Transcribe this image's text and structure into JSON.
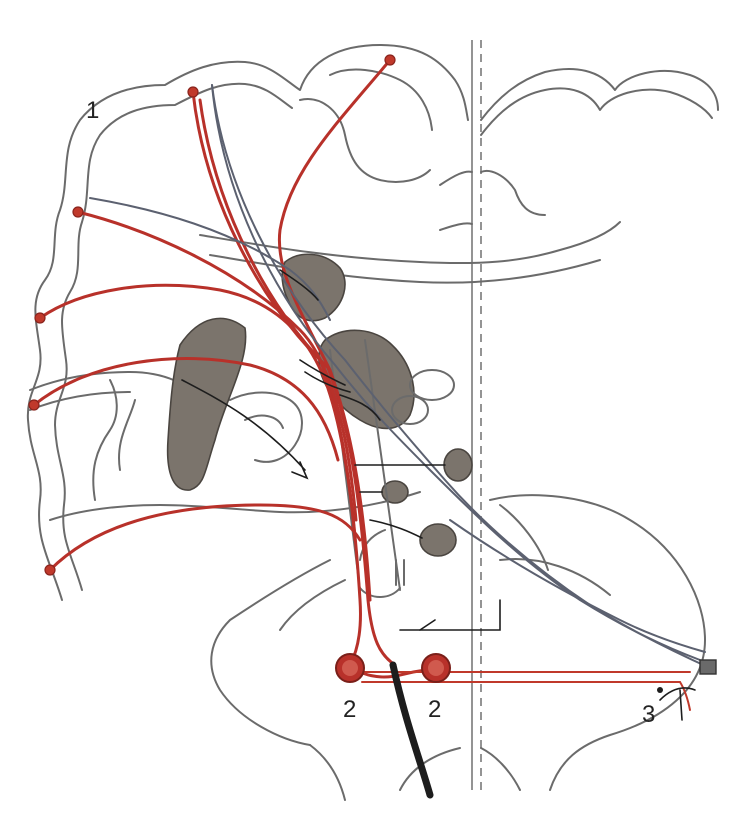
{
  "figure": {
    "labels": {
      "cortex": "1",
      "nucleus_left": "2",
      "nucleus_right": "2",
      "periphery": "3"
    },
    "colors": {
      "tract": "#b8312a",
      "nucleus_fill": "#7b746c",
      "outline": "#6b6b6b",
      "gray_fiber": "#5c6170",
      "black_fiber": "#1d1d1d"
    }
  }
}
